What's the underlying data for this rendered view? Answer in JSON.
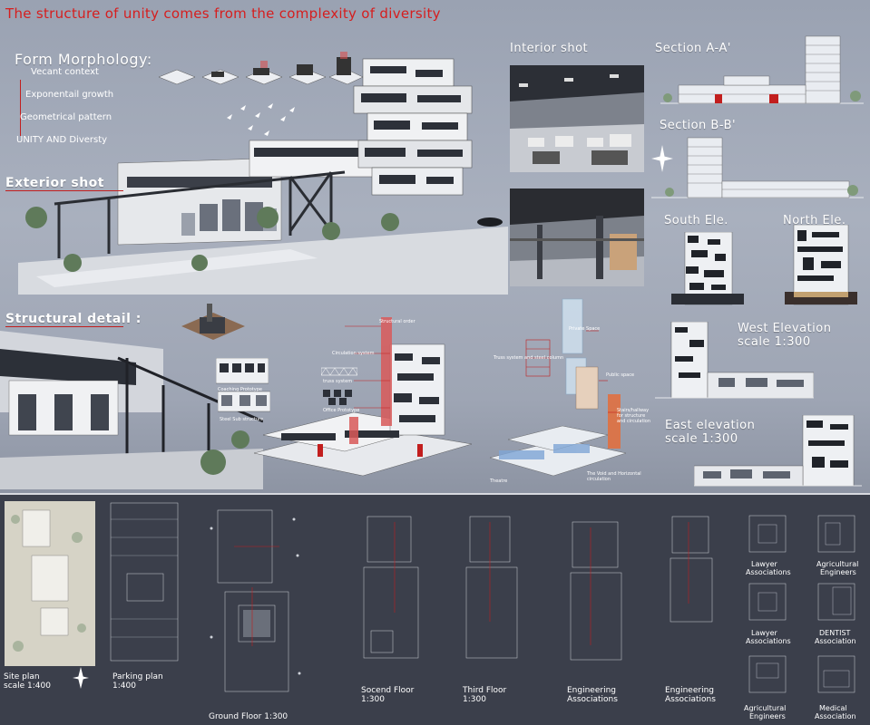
{
  "title": "The structure of unity comes from the complexity of diversity",
  "form_morphology": {
    "heading": "Form Morphology:",
    "items": [
      "Vecant context",
      "Exponentail growth",
      "Geometrical pattern",
      "UNITY AND Diversty"
    ]
  },
  "headings": {
    "exterior": "Exterior shot",
    "structural": "Structural detail :",
    "interior": "Interior shot",
    "section_aa": "Section A-A'",
    "section_bb": "Section B-B'",
    "south": "South Ele.",
    "north": "North Ele.",
    "west_1": "West Elevation",
    "west_2": "scale 1:300",
    "east_1": "East elevation",
    "east_2": "scale 1:300"
  },
  "structural_labels": [
    "Structural order",
    "Circulation system",
    "truss system",
    "Office Prototype",
    "Coaching Prototype",
    "Steel Sub structure"
  ],
  "exploded_labels": [
    "Private Space",
    "Truss system and steel column",
    "Public space",
    "Stairs/hallway for structure and circulation",
    "Theatre",
    "The Void and Horizontal circulation"
  ],
  "plans": {
    "site": [
      "Site plan",
      "scale 1:400"
    ],
    "parking": [
      "Parking plan",
      "1:400"
    ],
    "ground": [
      "Ground Floor 1:300"
    ],
    "second": [
      "Socend Floor",
      "1:300"
    ],
    "third": [
      "Third Floor",
      "1:300"
    ],
    "eng1": [
      "Engineering",
      "Associations"
    ],
    "eng2": [
      "Engineering",
      "Associations"
    ],
    "lawyer1": [
      "Lawyer",
      "Associations"
    ],
    "agri1": [
      "Agricultural",
      "Engineers"
    ],
    "lawyer2": [
      "Lawyer",
      "Associations"
    ],
    "dentist": [
      "DENTIST",
      "Association"
    ],
    "agri2": [
      "Agricultural",
      "Engineers"
    ],
    "medical": [
      "Medical",
      "Association"
    ]
  },
  "colors": {
    "accent": "#d61e1e",
    "panel": "#3b3f4b",
    "bg": "#a4abba"
  }
}
